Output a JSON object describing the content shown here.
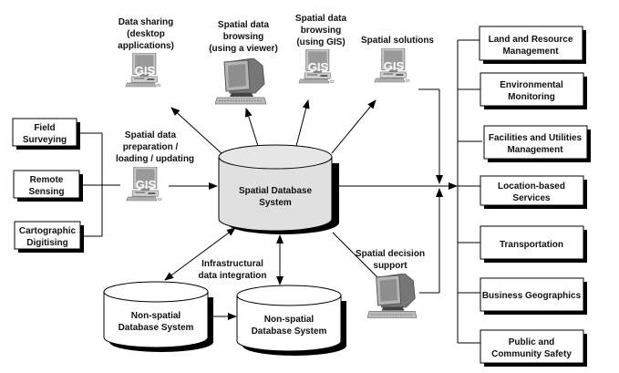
{
  "diagram": {
    "central_db": {
      "line1": "Spatial Database",
      "line2": "System"
    },
    "non_spatial_db_left": {
      "line1": "Non-spatial",
      "line2": "Database System"
    },
    "non_spatial_db_right": {
      "line1": "Non-spatial",
      "line2": "Database System"
    },
    "infrastructural_label": {
      "line1": "Infrastructural",
      "line2": "data integration"
    },
    "workstations": [
      {
        "id": "data-sharing",
        "lines": [
          "Data sharing",
          "(desktop",
          "applications)"
        ],
        "screen_text": "GIS"
      },
      {
        "id": "browsing-viewer",
        "lines": [
          "Spatial data",
          "browsing",
          "(using a viewer)"
        ],
        "screen_text": ""
      },
      {
        "id": "browsing-gis",
        "lines": [
          "Spatial data",
          "browsing",
          "(using GIS)"
        ],
        "screen_text": "GIS"
      },
      {
        "id": "spatial-solutions",
        "lines": [
          "Spatial solutions"
        ],
        "screen_text": "GIS"
      },
      {
        "id": "data-preparation",
        "lines": [
          "Spatial data",
          "preparation /",
          "loading / updating"
        ],
        "screen_text": "GIS"
      },
      {
        "id": "decision-support",
        "lines": [
          "Spatial decision",
          "support"
        ],
        "screen_text": ""
      }
    ],
    "sources": [
      {
        "lines": [
          "Field",
          "Surveying"
        ]
      },
      {
        "lines": [
          "Remote",
          "Sensing"
        ]
      },
      {
        "lines": [
          "Cartographic",
          "Digitising"
        ]
      }
    ],
    "applications": [
      {
        "lines": [
          "Land and Resource",
          "Management"
        ]
      },
      {
        "lines": [
          "Environmental",
          "Monitoring"
        ]
      },
      {
        "lines": [
          "Facilities and Utilities",
          "Management"
        ]
      },
      {
        "lines": [
          "Location-based",
          "Services"
        ]
      },
      {
        "lines": [
          "Transportation"
        ]
      },
      {
        "lines": [
          "Business Geographics"
        ]
      },
      {
        "lines": [
          "Public and",
          "Community Safety"
        ]
      }
    ]
  }
}
